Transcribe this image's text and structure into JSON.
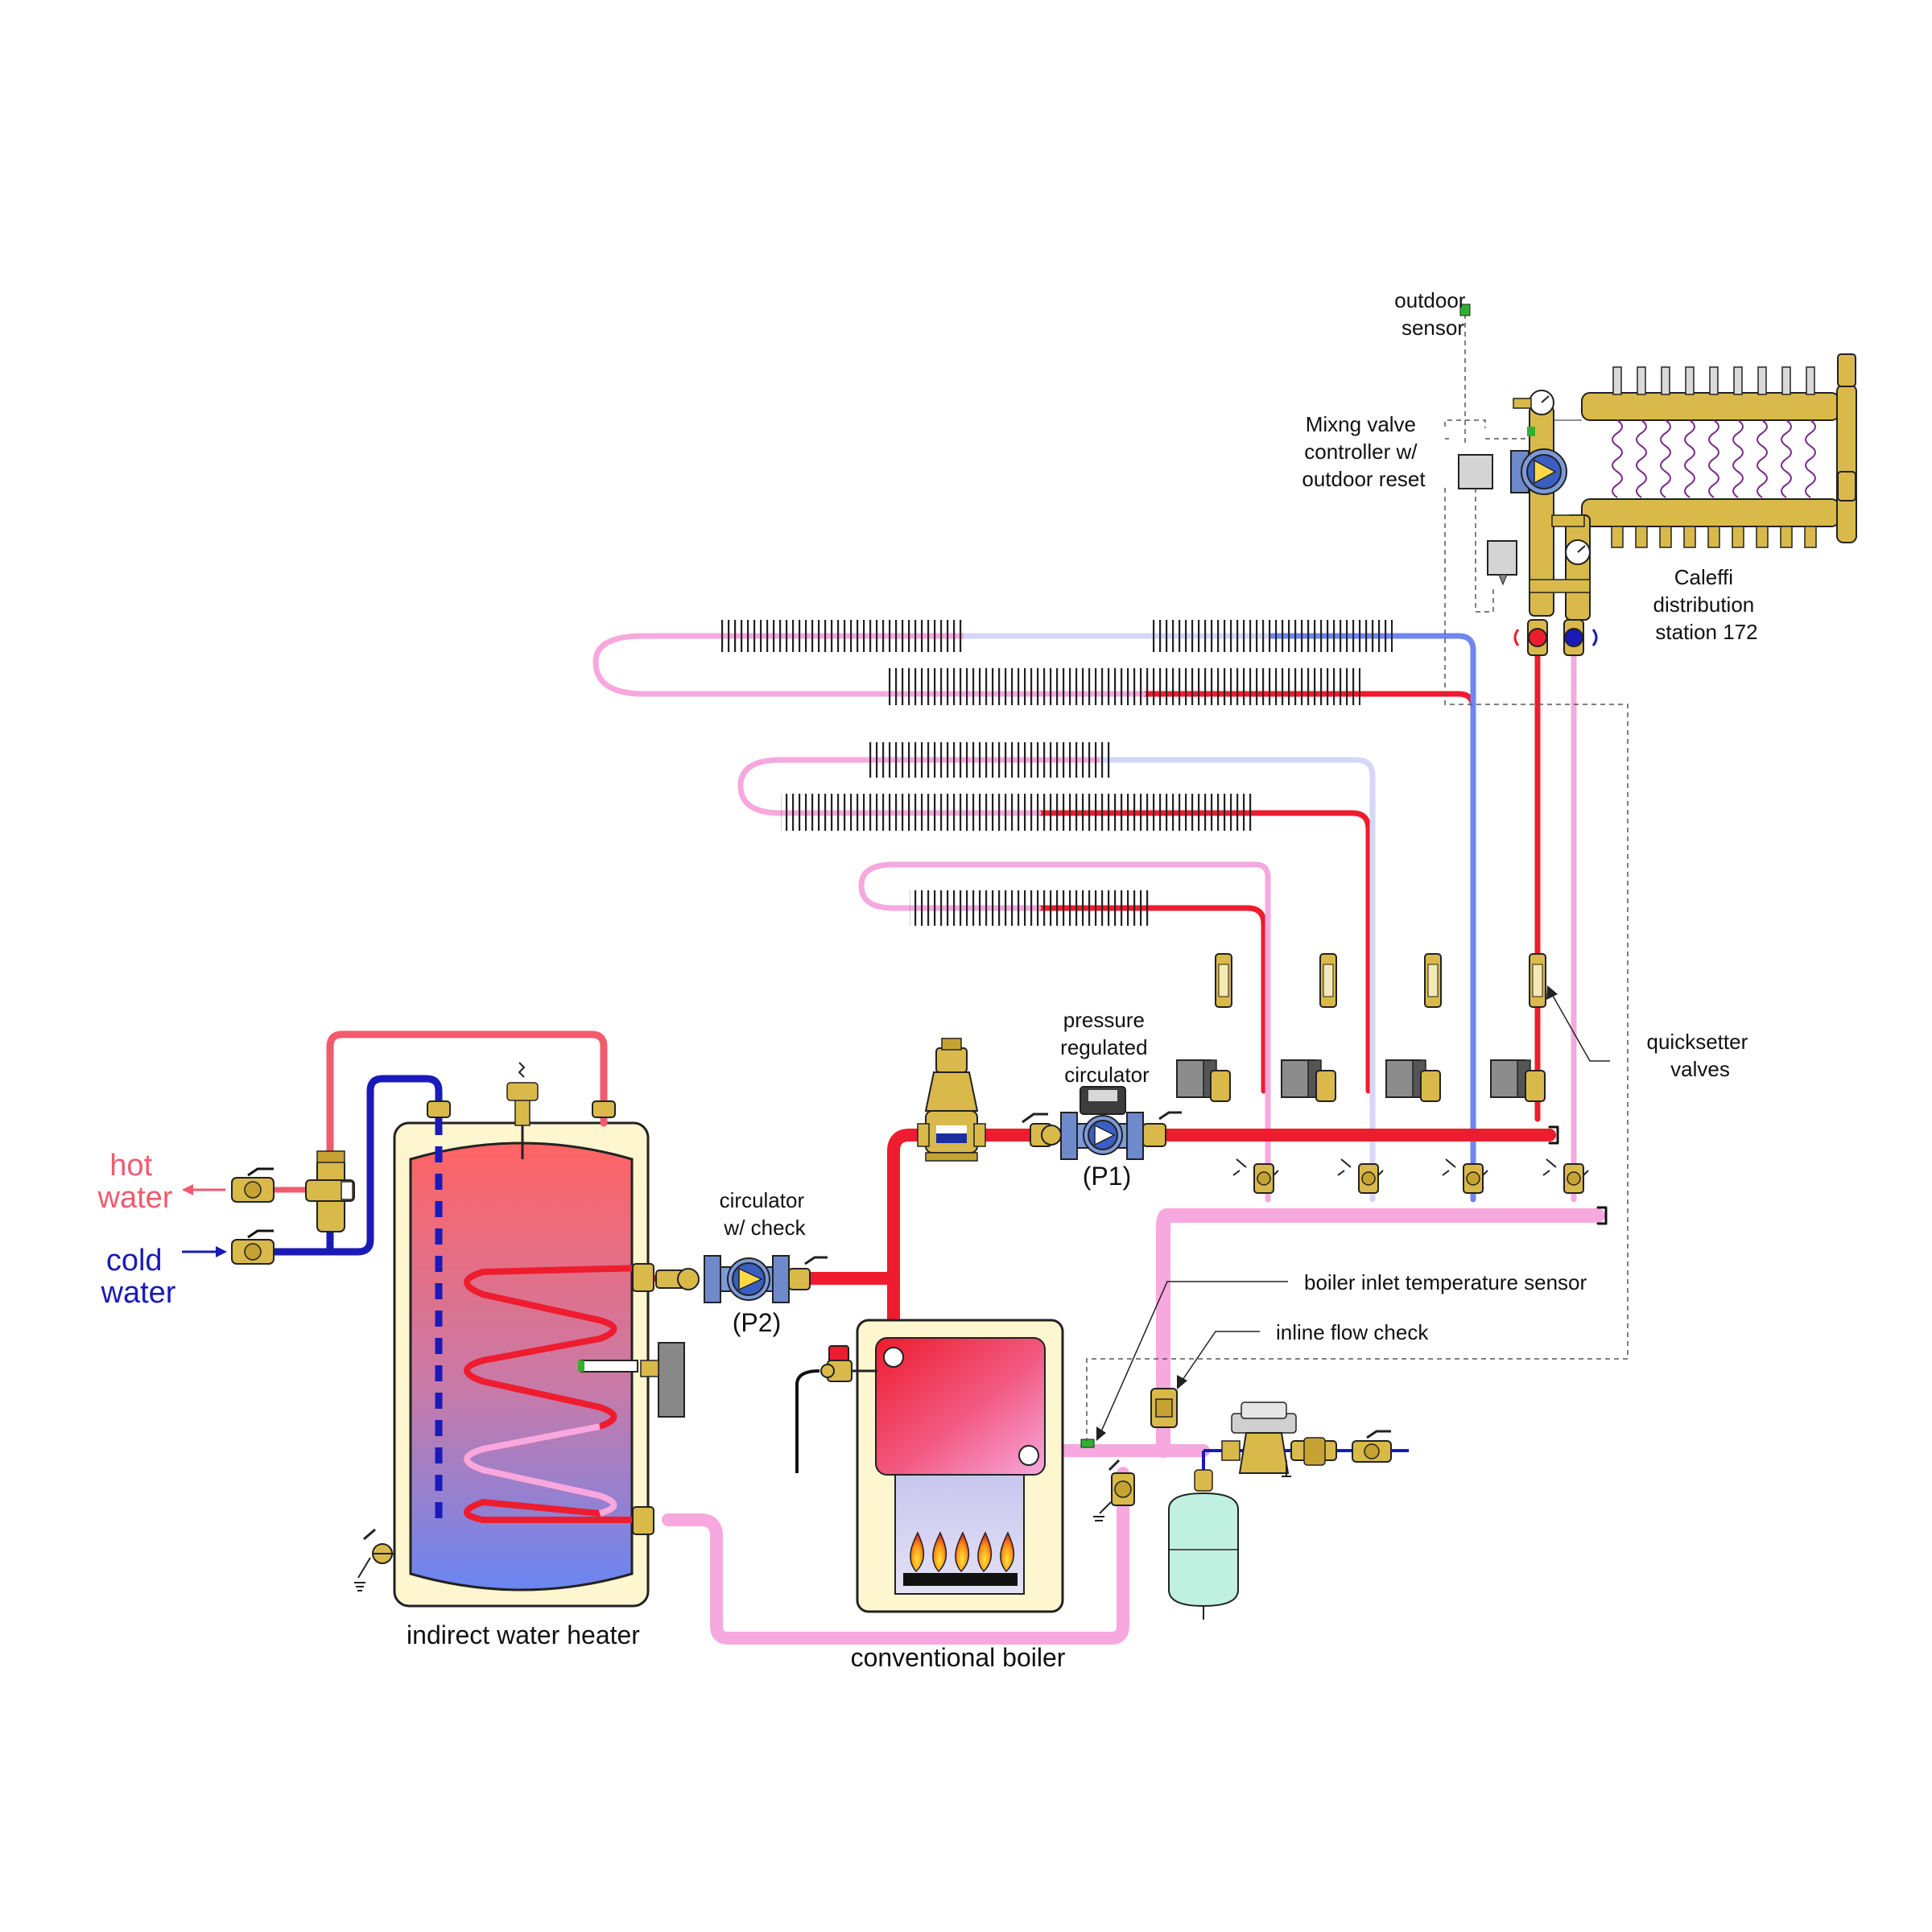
{
  "labels": {
    "outdoor_sensor": [
      "outdoor",
      "sensor"
    ],
    "mixing_controller": [
      "Mixng valve",
      "controller w/",
      "outdoor reset"
    ],
    "distribution_station": [
      "Caleffi",
      "distribution",
      "station 172"
    ],
    "quicksetter": [
      "quicksetter",
      "valves"
    ],
    "pressure_circulator": [
      "pressure",
      "regulated",
      "circulator"
    ],
    "p1": "(P1)",
    "circulator_check": [
      "circulator",
      "w/ check"
    ],
    "p2": "(P2)",
    "hot_water": [
      "hot",
      "water"
    ],
    "cold_water": [
      "cold",
      "water"
    ],
    "boiler_inlet_sensor": "boiler inlet temperature sensor",
    "inline_flow_check": "inline flow check",
    "indirect_water_heater": "indirect water heater",
    "conventional_boiler": "conventional boiler"
  },
  "colors": {
    "hot_supply": "#ee1c2e",
    "warm_return": "#f7a8de",
    "cold": "#1a1ab8",
    "cool_return": "#6f86f0",
    "pale_return": "#d6d6f6",
    "dhw_hot": "#f25a6e",
    "brass": "#d9b94a",
    "cabinet": "#fdf6cf",
    "tank_top": "#ff6262",
    "tank_bottom": "#6c84f0"
  }
}
